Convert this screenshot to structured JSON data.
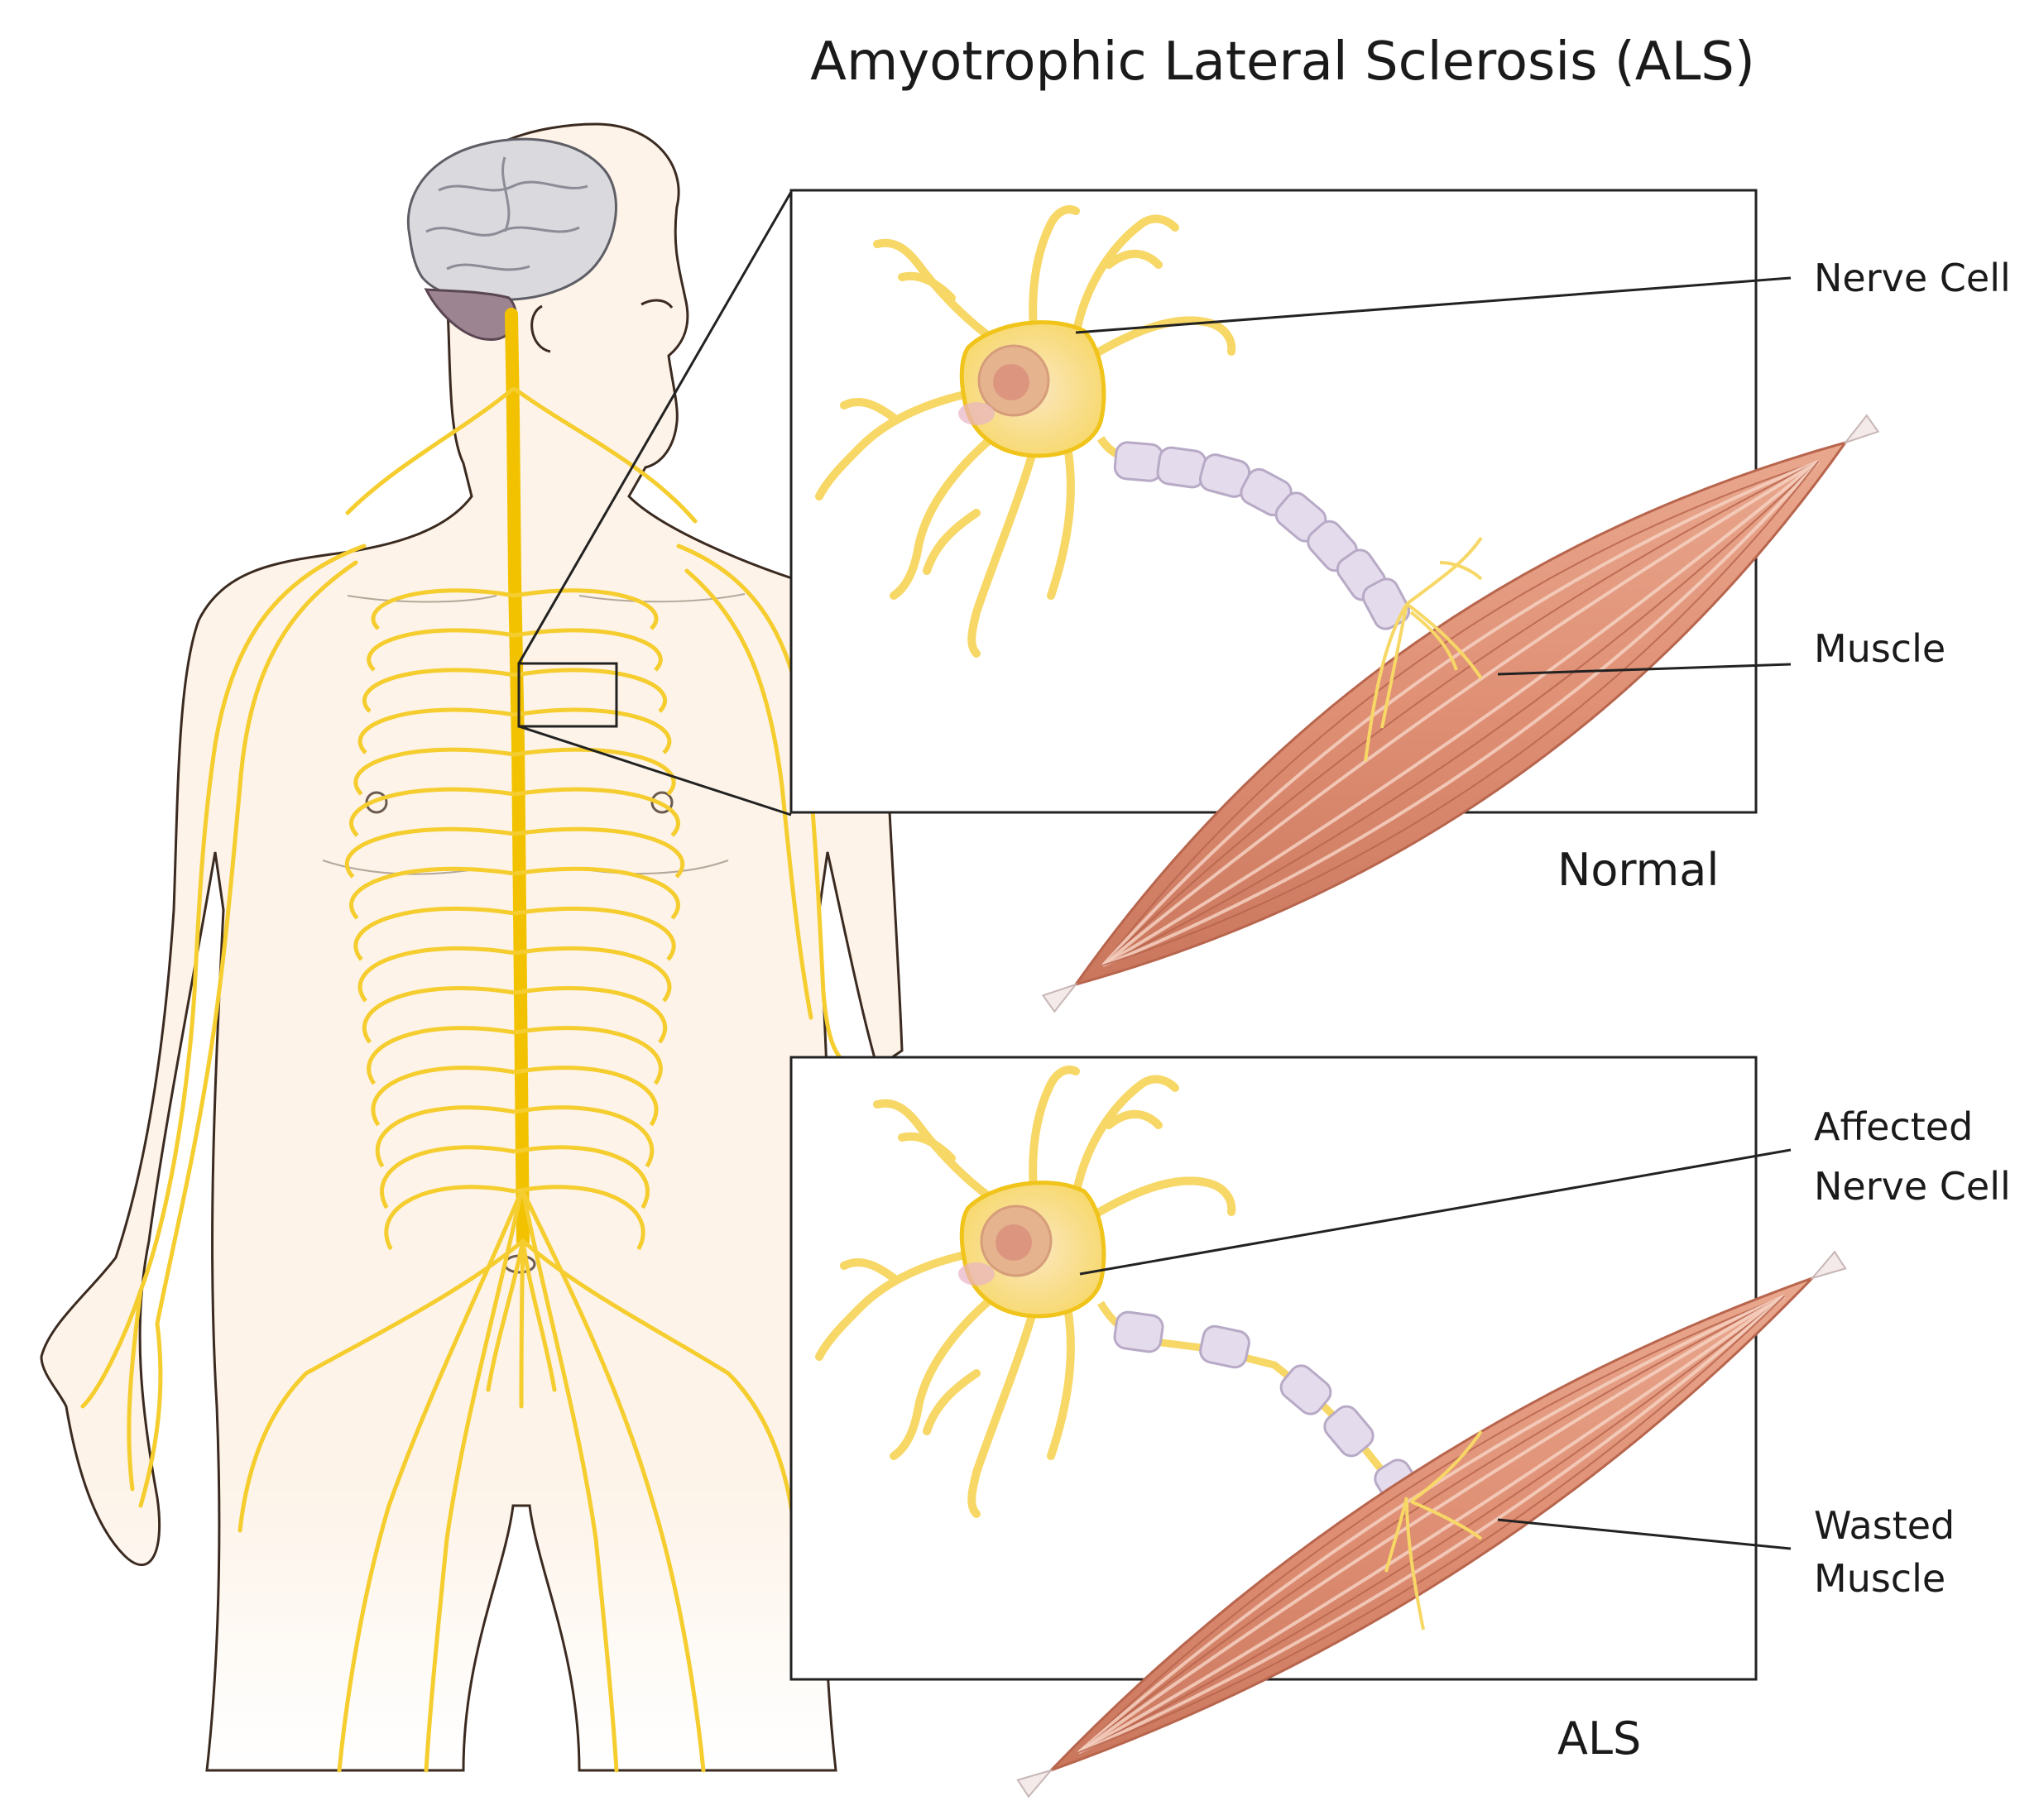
{
  "title": "Amyotrophic Lateral Sclerosis (ALS)",
  "panels": {
    "normal": {
      "caption": "Normal",
      "nerve_label": "Nerve Cell",
      "muscle_label": "Muscle"
    },
    "als": {
      "caption": "ALS",
      "nerve_label": [
        "Affected",
        "Nerve Cell"
      ],
      "muscle_label": [
        "Wasted",
        "Muscle"
      ]
    }
  },
  "colors": {
    "nerve": "#f2c200",
    "nerve_light": "#fbe88a",
    "skin": "#fdf3e8",
    "skin_outline": "#3b2a20",
    "brain": "#d9d9de",
    "cerebellum": "#9c8590",
    "muscle": "#e0957a",
    "muscle_dark": "#c36e57",
    "myelin": "#e4dcec",
    "frame": "#222222"
  }
}
